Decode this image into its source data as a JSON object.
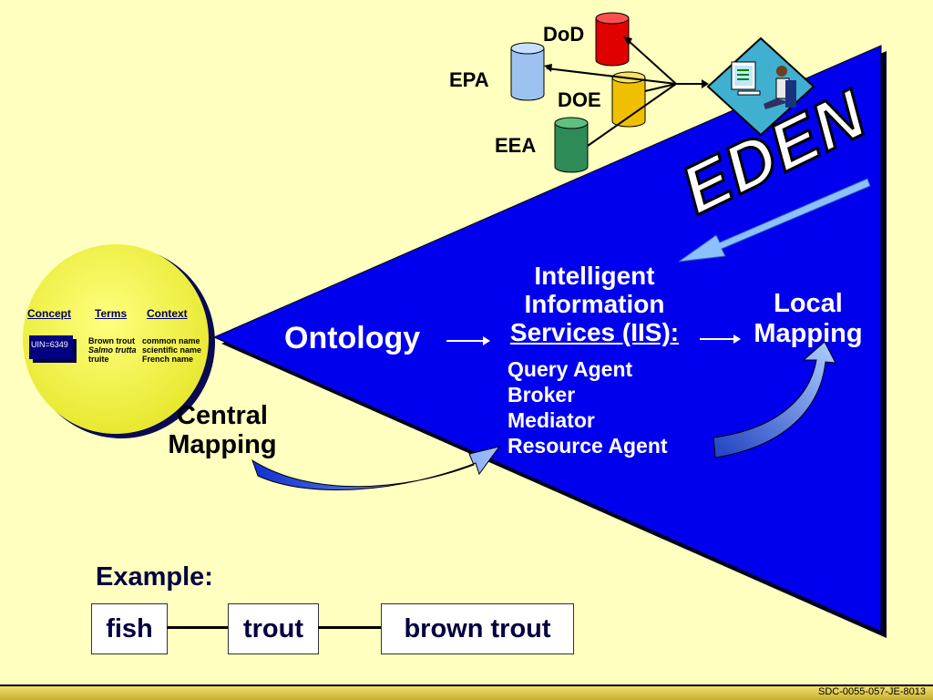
{
  "databases": {
    "dod": {
      "label": "DoD",
      "color": "#e00000"
    },
    "epa": {
      "label": "EPA",
      "color": "#9ec2f0"
    },
    "doe": {
      "label": "DOE",
      "color": "#f0c000"
    },
    "eea": {
      "label": "EEA",
      "color": "#2e8b57"
    }
  },
  "eden_label": "EDEN",
  "ontology_label": "Ontology",
  "iis": {
    "title_line1": "Intelligent",
    "title_line2": "Information",
    "title_line3": "Services (IIS):",
    "items": [
      "Query Agent",
      "Broker",
      "Mediator",
      "Resource Agent"
    ]
  },
  "local_mapping": {
    "line1": "Local",
    "line2": "Mapping"
  },
  "central_mapping": {
    "line1": "Central",
    "line2": "Mapping"
  },
  "concept_circle": {
    "headers": [
      "Concept",
      "Terms",
      "Context"
    ],
    "uin": "UIN=6349",
    "terms": [
      "Brown trout",
      "Salmo trutta",
      "truite"
    ],
    "contexts": [
      "common name",
      "scientific name",
      "French name"
    ]
  },
  "example": {
    "title": "Example:",
    "boxes": [
      "fish",
      "trout",
      "brown trout"
    ]
  },
  "footer_code": "SDC-0055-057-JE-8013",
  "colors": {
    "background": "#ffffc0",
    "triangle": "#0000ee",
    "circle": "#f0f040",
    "text_dark": "#000040"
  }
}
